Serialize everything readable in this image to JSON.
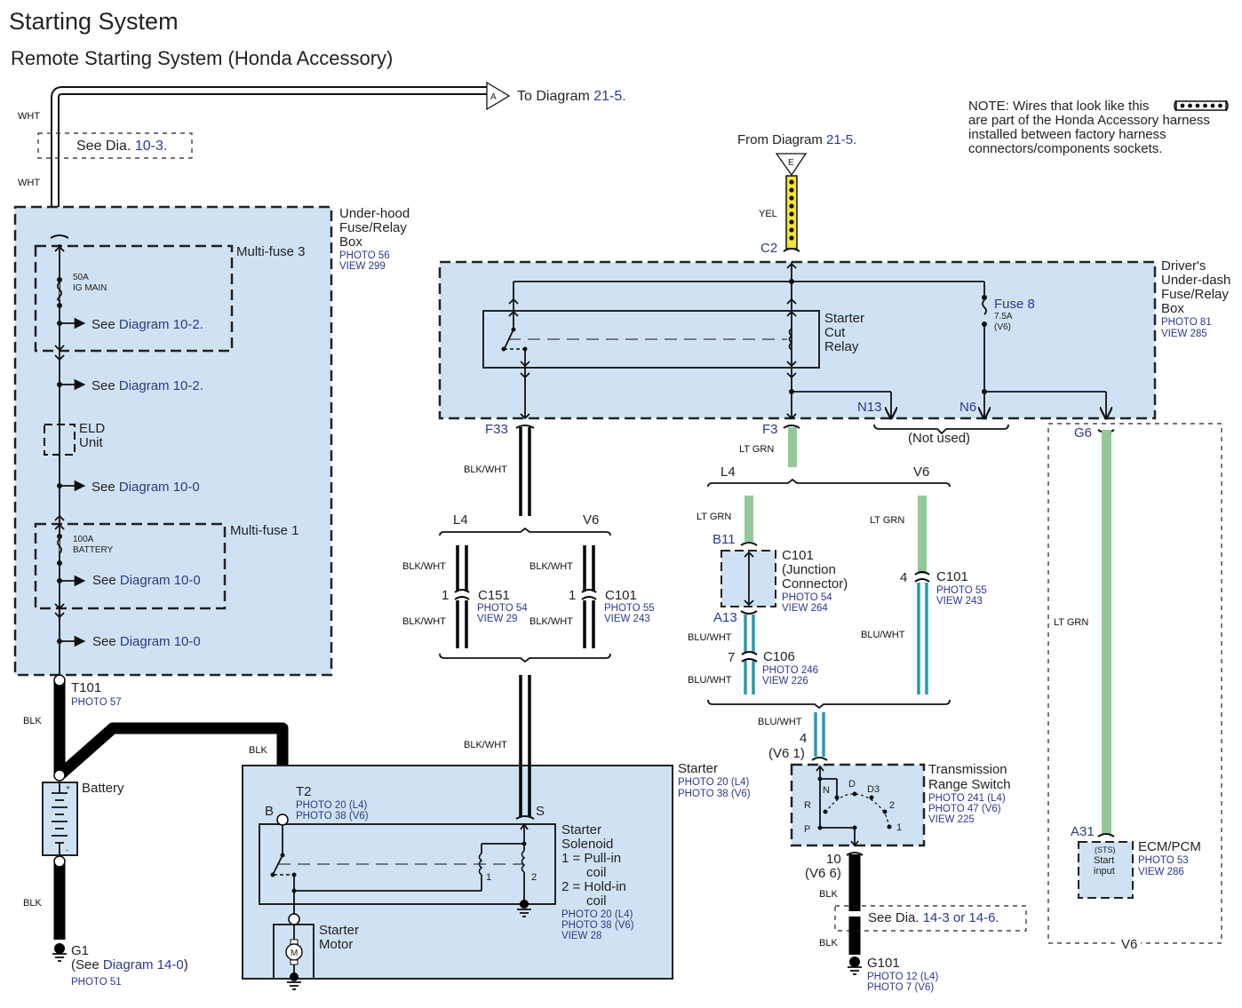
{
  "header": {
    "title": "Starting System",
    "subtitle": "Remote Starting System (Honda Accessory)"
  },
  "note": {
    "lines": [
      "NOTE: Wires that look like this",
      "are part of the Honda Accessory harness",
      "installed between factory harness",
      "connectors/components sockets."
    ],
    "icon": "accessory-harness-wire-icon"
  },
  "connectors_offpage": {
    "a": {
      "letter": "A",
      "text": "To Diagram ",
      "ref": "21-5."
    },
    "e": {
      "letter": "E",
      "text": "From Diagram ",
      "ref": "21-5."
    }
  },
  "wire_colors": {
    "wht": "WHT",
    "yel": "YEL",
    "blk": "BLK",
    "blk_wht": "BLK/WHT",
    "lt_grn": "LT GRN",
    "blu_wht": "BLU/WHT"
  },
  "colors": {
    "box_fill": "#cfe2f3",
    "lt_grn": "#93c99a",
    "blu_wht": "#2a9ab0",
    "yel": "#f2e33a",
    "ref_blue": "#2a3a8c"
  },
  "see_dia_10_3": {
    "text": "See Dia. ",
    "ref": "10-3."
  },
  "underhood_box": {
    "name": [
      "Under-hood",
      "Fuse/Relay",
      "Box"
    ],
    "photo": "PHOTO 56",
    "view": "VIEW 299",
    "multifuse3": "Multi-fuse 3",
    "fuse50": [
      "50A",
      "IG MAIN"
    ],
    "see_102a": {
      "text": "See ",
      "ref": "Diagram 10-2."
    },
    "see_102b": {
      "text": "See ",
      "ref": "Diagram 10-2."
    },
    "eld": [
      "ELD",
      "Unit"
    ],
    "see_100a": {
      "text": "See ",
      "ref": "Diagram 10-0"
    },
    "multifuse1": "Multi-fuse 1",
    "fuse100": [
      "100A",
      "BATTERY"
    ],
    "see_100b": {
      "text": "See ",
      "ref": "Diagram 10-0"
    },
    "see_100c": {
      "text": "See ",
      "ref": "Diagram 10-0"
    }
  },
  "t101": {
    "name": "T101",
    "photo": "PHOTO 57"
  },
  "battery": {
    "name": "Battery",
    "plus": "+",
    "minus": "-"
  },
  "g1": {
    "name": "G1",
    "see": "(See ",
    "ref": "Diagram 14-0",
    "close": ")",
    "photo": "PHOTO 51"
  },
  "starter": {
    "name": "Starter",
    "photos": [
      "PHOTO 20 (L4)",
      "PHOTO 38 (V6)"
    ],
    "t2": "T2",
    "t2_photos": [
      "PHOTO 20 (L4)",
      "PHOTO 38 (V6)"
    ],
    "b_label": "B",
    "s_label": "S",
    "solenoid": [
      "Starter",
      "Solenoid",
      "1 = Pull-in",
      "coil",
      "2 = Hold-in",
      "coil"
    ],
    "solenoid_refs": [
      "PHOTO 20 (L4)",
      "PHOTO 38 (V6)",
      "VIEW 28"
    ],
    "coil1": "1",
    "coil2": "2",
    "motor": [
      "Starter",
      "Motor"
    ],
    "motor_symbol": "M"
  },
  "driver_box": {
    "name": [
      "Driver's",
      "Under-dash",
      "Fuse/Relay",
      "Box"
    ],
    "photo": "PHOTO 81",
    "view": "VIEW 285",
    "relay": [
      "Starter",
      "Cut",
      "Relay"
    ],
    "fuse8": "Fuse 8",
    "fuse8_spec": [
      "7.5A",
      "(V6)"
    ],
    "c2": "C2",
    "f33": "F33",
    "f3": "F3",
    "n13": "N13",
    "n6": "N6",
    "g6": "G6",
    "not_used": "(Not used)"
  },
  "blkwht_branch": {
    "l4": "L4",
    "v6": "V6",
    "c151": {
      "pin": "1",
      "name": "C151",
      "photo": "PHOTO 54",
      "view": "VIEW 29"
    },
    "c101": {
      "pin": "1",
      "name": "C101",
      "photo": "PHOTO 55",
      "view": "VIEW 243"
    }
  },
  "ltgrn_branch": {
    "l4": "L4",
    "v6": "V6",
    "b11": "B11",
    "a13": "A13",
    "junction": {
      "name": "C101",
      "desc": [
        "(Junction",
        "Connector)"
      ],
      "photo": "PHOTO 54",
      "view": "VIEW 264"
    },
    "c106": {
      "pin": "7",
      "name": "C106",
      "photo": "PHOTO 246",
      "view": "VIEW 226"
    },
    "c101_v6": {
      "pin": "4",
      "name": "C101",
      "photo": "PHOTO 55",
      "view": "VIEW 243"
    }
  },
  "trs": {
    "pin_top": "4",
    "pin_top_v6": "(V6 1)",
    "name": [
      "Transmission",
      "Range Switch"
    ],
    "refs": [
      "PHOTO 241 (L4)",
      "PHOTO 47 (V6)",
      "VIEW 225"
    ],
    "positions": [
      "P",
      "R",
      "N",
      "D",
      "D3",
      "2",
      "1"
    ],
    "pin_bottom": "10",
    "pin_bottom_v6": "(V6 6)"
  },
  "see_dia_14": {
    "text": "See Dia. ",
    "ref": "14-3 or 14-6."
  },
  "g101": {
    "name": "G101",
    "photos": [
      "PHOTO 12 (L4)",
      "PHOTO 7 (V6)"
    ]
  },
  "ecm": {
    "pin": "A31",
    "inner": [
      "(STS)",
      "Start",
      "input"
    ],
    "name": "ECM/PCM",
    "photo": "PHOTO 53",
    "view": "VIEW 286",
    "region_label": "V6"
  }
}
